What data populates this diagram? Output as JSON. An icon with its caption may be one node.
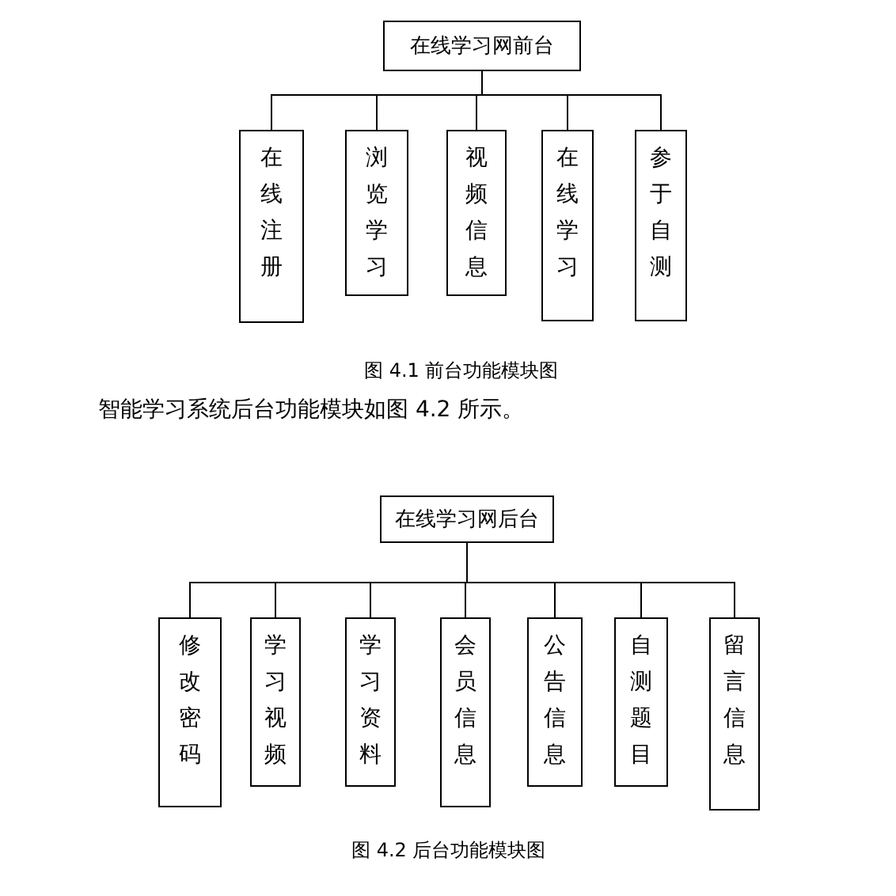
{
  "diagram": {
    "nodes": [
      {
        "text": [
          "在线学习网前台"
        ]
      },
      {
        "text": [
          "在线注册"
        ]
      },
      {
        "text": [
          "浏览学习"
        ]
      },
      {
        "text": [
          "视频信息"
        ]
      },
      {
        "text": [
          "在线学习"
        ]
      },
      {
        "text": [
          "参于自测"
        ]
      },
      {
        "text": [
          "在线学习网后台"
        ]
      },
      {
        "text": [
          "修改密码"
        ]
      },
      {
        "text": [
          "学习视频"
        ]
      },
      {
        "text": [
          "学习资料"
        ]
      },
      {
        "text": [
          "会员信息"
        ]
      },
      {
        "text": [
          "公告信息"
        ]
      },
      {
        "text": [
          "自测题目"
        ]
      },
      {
        "text": [
          "留言信息"
        ]
      }
    ],
    "edges": [
      {
        "from": 0,
        "to": 1,
        "arrow": "none"
      },
      {
        "from": 0,
        "to": 2,
        "arrow": "none"
      },
      {
        "from": 0,
        "to": 3,
        "arrow": "none"
      },
      {
        "from": 0,
        "to": 4,
        "arrow": "none"
      },
      {
        "from": 0,
        "to": 5,
        "arrow": "none"
      },
      {
        "from": 6,
        "to": 7,
        "arrow": "none"
      },
      {
        "from": 6,
        "to": 8,
        "arrow": "none"
      },
      {
        "from": 6,
        "to": 9,
        "arrow": "none"
      },
      {
        "from": 6,
        "to": 10,
        "arrow": "none"
      },
      {
        "from": 6,
        "to": 11,
        "arrow": "none"
      },
      {
        "from": 6,
        "to": 12,
        "arrow": "none"
      },
      {
        "from": 6,
        "to": 13,
        "arrow": "none"
      }
    ],
    "labels": [
      "图 4.1 前台功能模块图",
      "智能学习系统后台功能模块如图 4.2 所示。",
      "图 4.2 后台功能模块图"
    ]
  }
}
